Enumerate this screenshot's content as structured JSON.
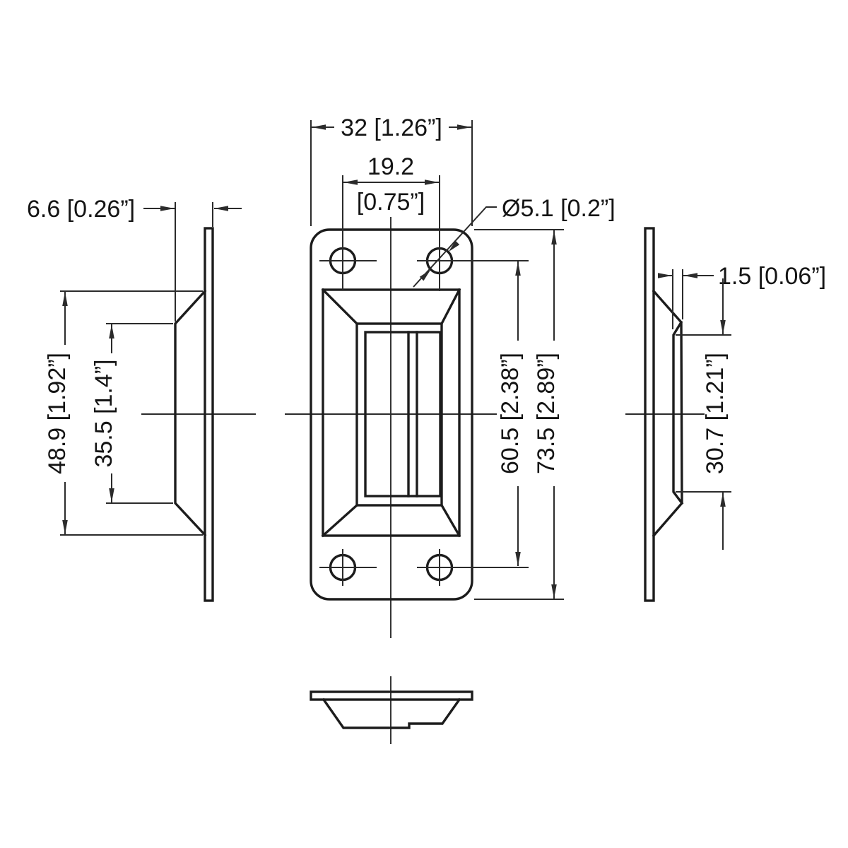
{
  "drawing": {
    "type": "engineering-orthographic-views",
    "units": "mm [inch]",
    "colors": {
      "line": "#1c1c1c",
      "dimension": "#2b2b2b",
      "background": "#ffffff"
    },
    "dims": {
      "front_width": "32 [1.26”]",
      "hole_spacing_x_mm": "19.2",
      "hole_spacing_x_in": "[0.75”]",
      "hole_diameter": "Ø5.1 [0.2”]",
      "hole_spacing_y": "60.5 [2.38”]",
      "overall_height": "73.5 [2.89”]",
      "overall_depth": "6.6 [0.26”]",
      "boss_outer_height": "48.9 [1.92”]",
      "boss_inner_height": "35.5 [1.4”]",
      "lip_thickness": "1.5 [0.06”]",
      "boss_side_height": "30.7 [1.21”]"
    }
  }
}
